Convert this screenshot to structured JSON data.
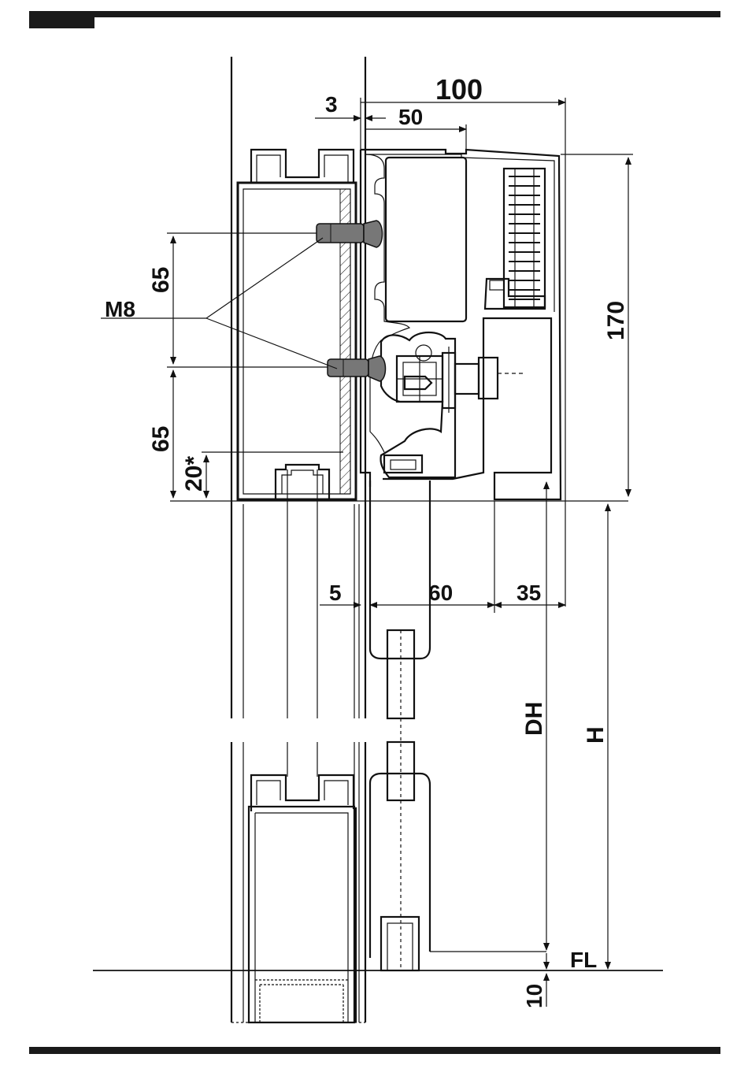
{
  "colors": {
    "ink": "#111111",
    "profile_fill": "#ffffff",
    "bolt_fill": "#777777",
    "bar": "#1a1a1a"
  },
  "dimensions": {
    "d100": "100",
    "d3": "3",
    "d50": "50",
    "d170": "170",
    "d65_top": "65",
    "d65_bottom": "65",
    "d20": "20*",
    "d5": "5",
    "d60": "60",
    "d35": "35",
    "dDH": "DH",
    "dH": "H",
    "dFL": "FL",
    "d10": "10"
  },
  "labels": {
    "m8": "M8"
  }
}
